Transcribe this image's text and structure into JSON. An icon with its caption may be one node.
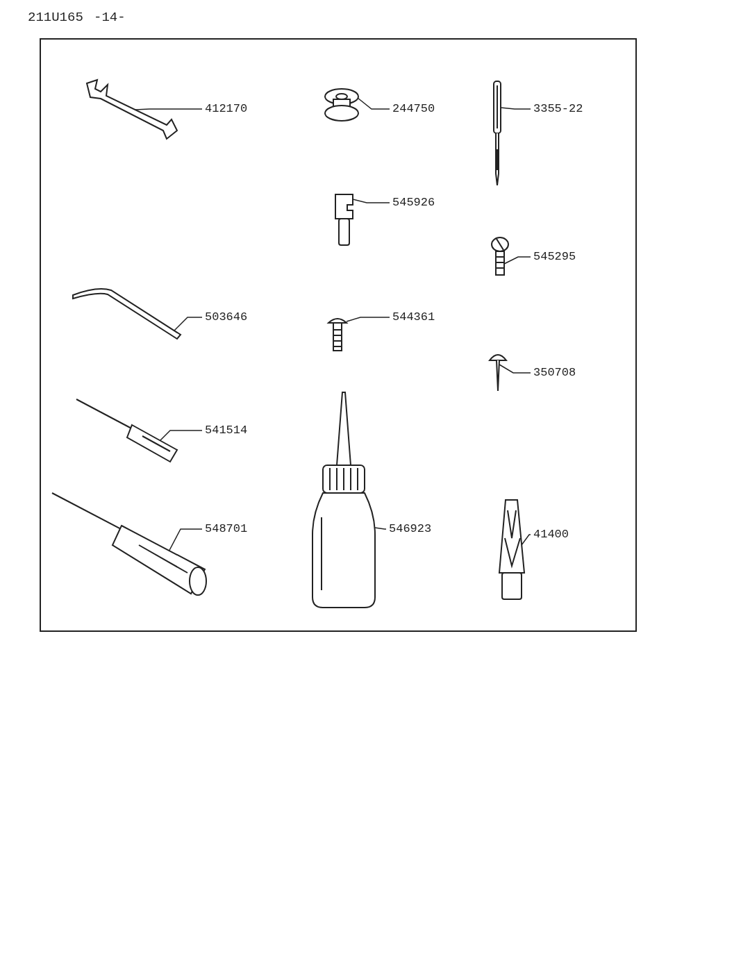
{
  "diagram": {
    "nodes": [
      {
        "text": [
          "412170"
        ]
      },
      {
        "text": [],
        "shape": "picture"
      },
      {
        "text": [
          "244750"
        ]
      },
      {
        "text": [],
        "shape": "picture"
      },
      {
        "text": [
          "3355-22"
        ]
      },
      {
        "text": [],
        "shape": "picture"
      },
      {
        "text": [
          "545926"
        ]
      },
      {
        "text": [],
        "shape": "picture"
      },
      {
        "text": [
          "545295"
        ]
      },
      {
        "text": [],
        "shape": "picture"
      },
      {
        "text": [
          "503646"
        ]
      },
      {
        "text": [],
        "shape": "picture"
      },
      {
        "text": [
          "544361"
        ]
      },
      {
        "text": [],
        "shape": "picture"
      },
      {
        "text": [
          "350708"
        ]
      },
      {
        "text": [],
        "shape": "picture"
      },
      {
        "text": [
          "541514"
        ]
      },
      {
        "text": [],
        "shape": "picture"
      },
      {
        "text": [
          "548701"
        ]
      },
      {
        "text": [],
        "shape": "picture"
      },
      {
        "text": [
          "546923"
        ]
      },
      {
        "text": [],
        "shape": "picture"
      },
      {
        "text": [
          "41400"
        ]
      },
      {
        "text": [],
        "shape": "picture"
      }
    ],
    "edges": [
      {
        "from": 0,
        "to": 1,
        "arrow": "none"
      },
      {
        "from": 2,
        "to": 3,
        "arrow": "none"
      },
      {
        "from": 4,
        "to": 5,
        "arrow": "none"
      },
      {
        "from": 6,
        "to": 7,
        "arrow": "none"
      },
      {
        "from": 8,
        "to": 9,
        "arrow": "none"
      },
      {
        "from": 10,
        "to": 11,
        "arrow": "none"
      },
      {
        "from": 12,
        "to": 13,
        "arrow": "none"
      },
      {
        "from": 14,
        "to": 15,
        "arrow": "none"
      },
      {
        "from": 16,
        "to": 17,
        "arrow": "none"
      },
      {
        "from": 18,
        "to": 19,
        "arrow": "none"
      },
      {
        "from": 20,
        "to": 21,
        "arrow": "none"
      },
      {
        "from": 22,
        "to": 23,
        "arrow": "none"
      }
    ],
    "labels": [
      "211U165",
      "-14-"
    ]
  }
}
